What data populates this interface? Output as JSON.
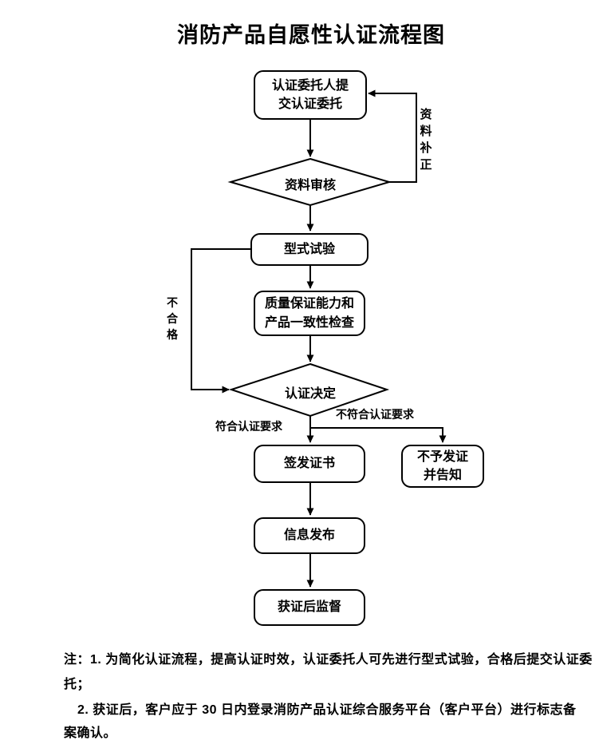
{
  "title": "消防产品自愿性认证流程图",
  "flowchart": {
    "nodes": {
      "submit": "认证委托人提\n交认证委托",
      "review": "资料审核",
      "type_test": "型式试验",
      "quality_check": "质量保证能力和\n产品一致性检查",
      "decision": "认证决定",
      "issue_cert": "签发证书",
      "no_cert": "不予发证\n并告知",
      "info_release": "信息发布",
      "post_supervision": "获证后监督"
    },
    "edge_labels": {
      "supplement": "资\n料\n补\n正",
      "fail": "不\n合\n格",
      "meets": "符合认证要求",
      "not_meets": "不符合认证要求"
    },
    "line_color": "#000000",
    "node_fill": "#ffffff"
  },
  "notes": {
    "lines": [
      "注：1. 为简化认证流程，提高认证时效，认证委托人可先进行型式试验，合格后提交认证委",
      "托；",
      "2. 获证后，客户应于 30 日内登录消防产品认证综合服务平台（客户平台）进行标志备",
      "案确认。"
    ]
  }
}
